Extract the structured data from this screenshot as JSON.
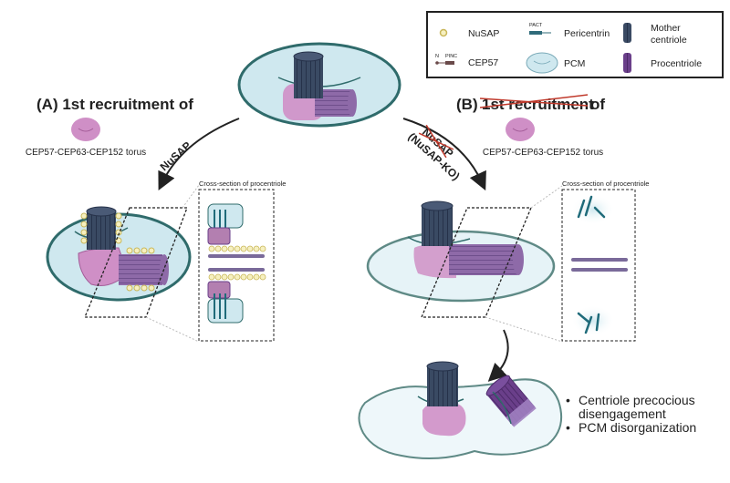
{
  "legend": {
    "items": [
      {
        "icon": "nusap-bead-icon",
        "label": "NuSAP"
      },
      {
        "icon": "pericentrin-icon",
        "sublabel": "PACT",
        "label": "Pericentrin"
      },
      {
        "icon": "mother-centriole-icon",
        "label": "Mother centriole",
        "label_line1": "Mother",
        "label_line2": "centriole"
      },
      {
        "icon": "cep57-icon",
        "sublabel_n": "N",
        "sublabel": "PINC",
        "label": "CEP57"
      },
      {
        "icon": "pcm-icon",
        "label": "PCM"
      },
      {
        "icon": "procentriole-icon",
        "label": "Procentriole"
      }
    ]
  },
  "panel_a": {
    "title": "(A) 1st recruitment of",
    "torus_label": "CEP57-CEP63-CEP152 torus",
    "arrow_label": "NuSAP",
    "cross_section_label": "Cross-section of procentriole"
  },
  "panel_b": {
    "title_prefix": "(B)",
    "title_struck": "1st recruitment",
    "title_suffix": "of",
    "torus_label": "CEP57-CEP63-CEP152 torus",
    "arrow_label_struck": "NuSAP",
    "arrow_label_ko": "(NuSAP-KO)",
    "cross_section_label": "Cross-section of procentriole"
  },
  "outcomes": [
    "Centriole precocious disengagement",
    "PCM disorganization"
  ],
  "outcome_lines": [
    "Centriole precocious",
    "disengagement",
    "PCM disorganization"
  ],
  "colors": {
    "pcm_fill": "#cfe8ef",
    "pcm_stroke": "#2f6b6b",
    "mother_centriole": "#3a4a63",
    "procentriole": "#6a3f8a",
    "torus": "#cf8fc6",
    "nusap": "#f6f0c0",
    "nusap_stroke": "#c9b75a",
    "strike": "#c0392b"
  }
}
